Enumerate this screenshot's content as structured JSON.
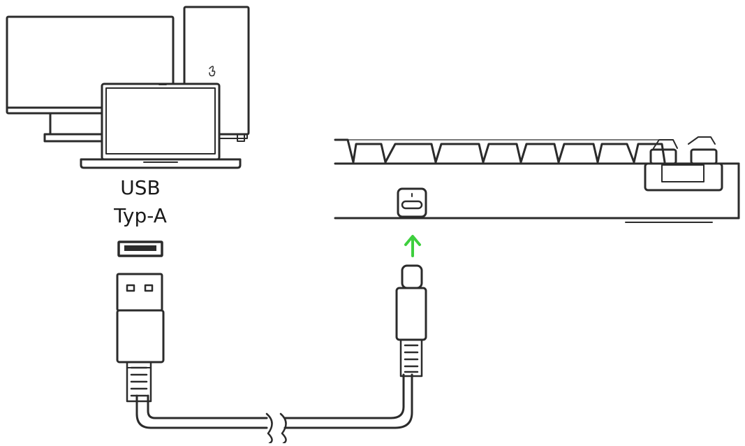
{
  "labels": {
    "port_line1": "USB",
    "port_line2": "Typ-A"
  },
  "colors": {
    "stroke": "#2b2b2b",
    "arrow": "#3ecf3e",
    "background": "#ffffff"
  },
  "icons": {
    "devices": "monitor-pc-laptop-group",
    "keyboard": "keyboard-side-view",
    "usb_a_port": "usb-a-port-icon",
    "usb_a_plug": "usb-a-plug-icon",
    "usb_c_plug": "usb-c-plug-icon",
    "arrow": "arrow-up-icon"
  }
}
